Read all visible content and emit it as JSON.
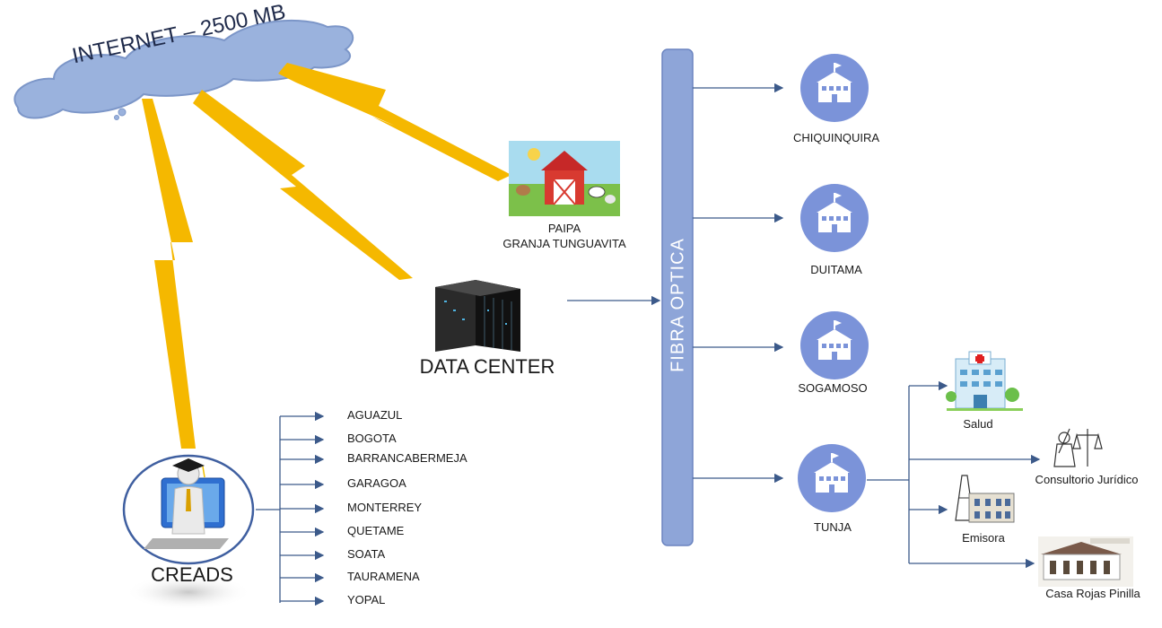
{
  "internet": {
    "label": "INTERNET – 2500 MB"
  },
  "fiber": {
    "label": "FIBRA OPTICA"
  },
  "paipa": {
    "line1": "PAIPA",
    "line2": "GRANJA TUNGUAVITA"
  },
  "datacenter": {
    "label": "DATA CENTER"
  },
  "creads": {
    "label": "CREADS",
    "sites": [
      "AGUAZUL",
      "BOGOTA",
      "BARRANCABERMEJA",
      "GARAGOA",
      "MONTERREY",
      "QUETAME",
      "SOATA",
      "TAURAMENA",
      "YOPAL"
    ]
  },
  "campuses": [
    "CHIQUINQUIRA",
    "DUITAMA",
    "SOGAMOSO",
    "TUNJA"
  ],
  "tunja_branches": [
    "Salud",
    "Consultorio Jurídico",
    "Emisora",
    "Casa Rojas Pinilla"
  ],
  "icons": {
    "cloud": "cloud-icon",
    "lightning": "lightning-icon",
    "farm": "farm-barn-icon",
    "server": "server-rack-icon",
    "student": "graduate-computer-icon",
    "campus": "university-building-icon",
    "hospital": "hospital-icon",
    "law": "justice-statue-icon",
    "radio": "radio-tower-icon",
    "house": "colonial-house-icon"
  },
  "colors": {
    "cloud_fill": "#9ab2dd",
    "lightning": "#f5b800",
    "fiber_fill": "#8ea5d8",
    "campus_circle": "#7b93d9",
    "arrow": "#3c5a8a"
  }
}
